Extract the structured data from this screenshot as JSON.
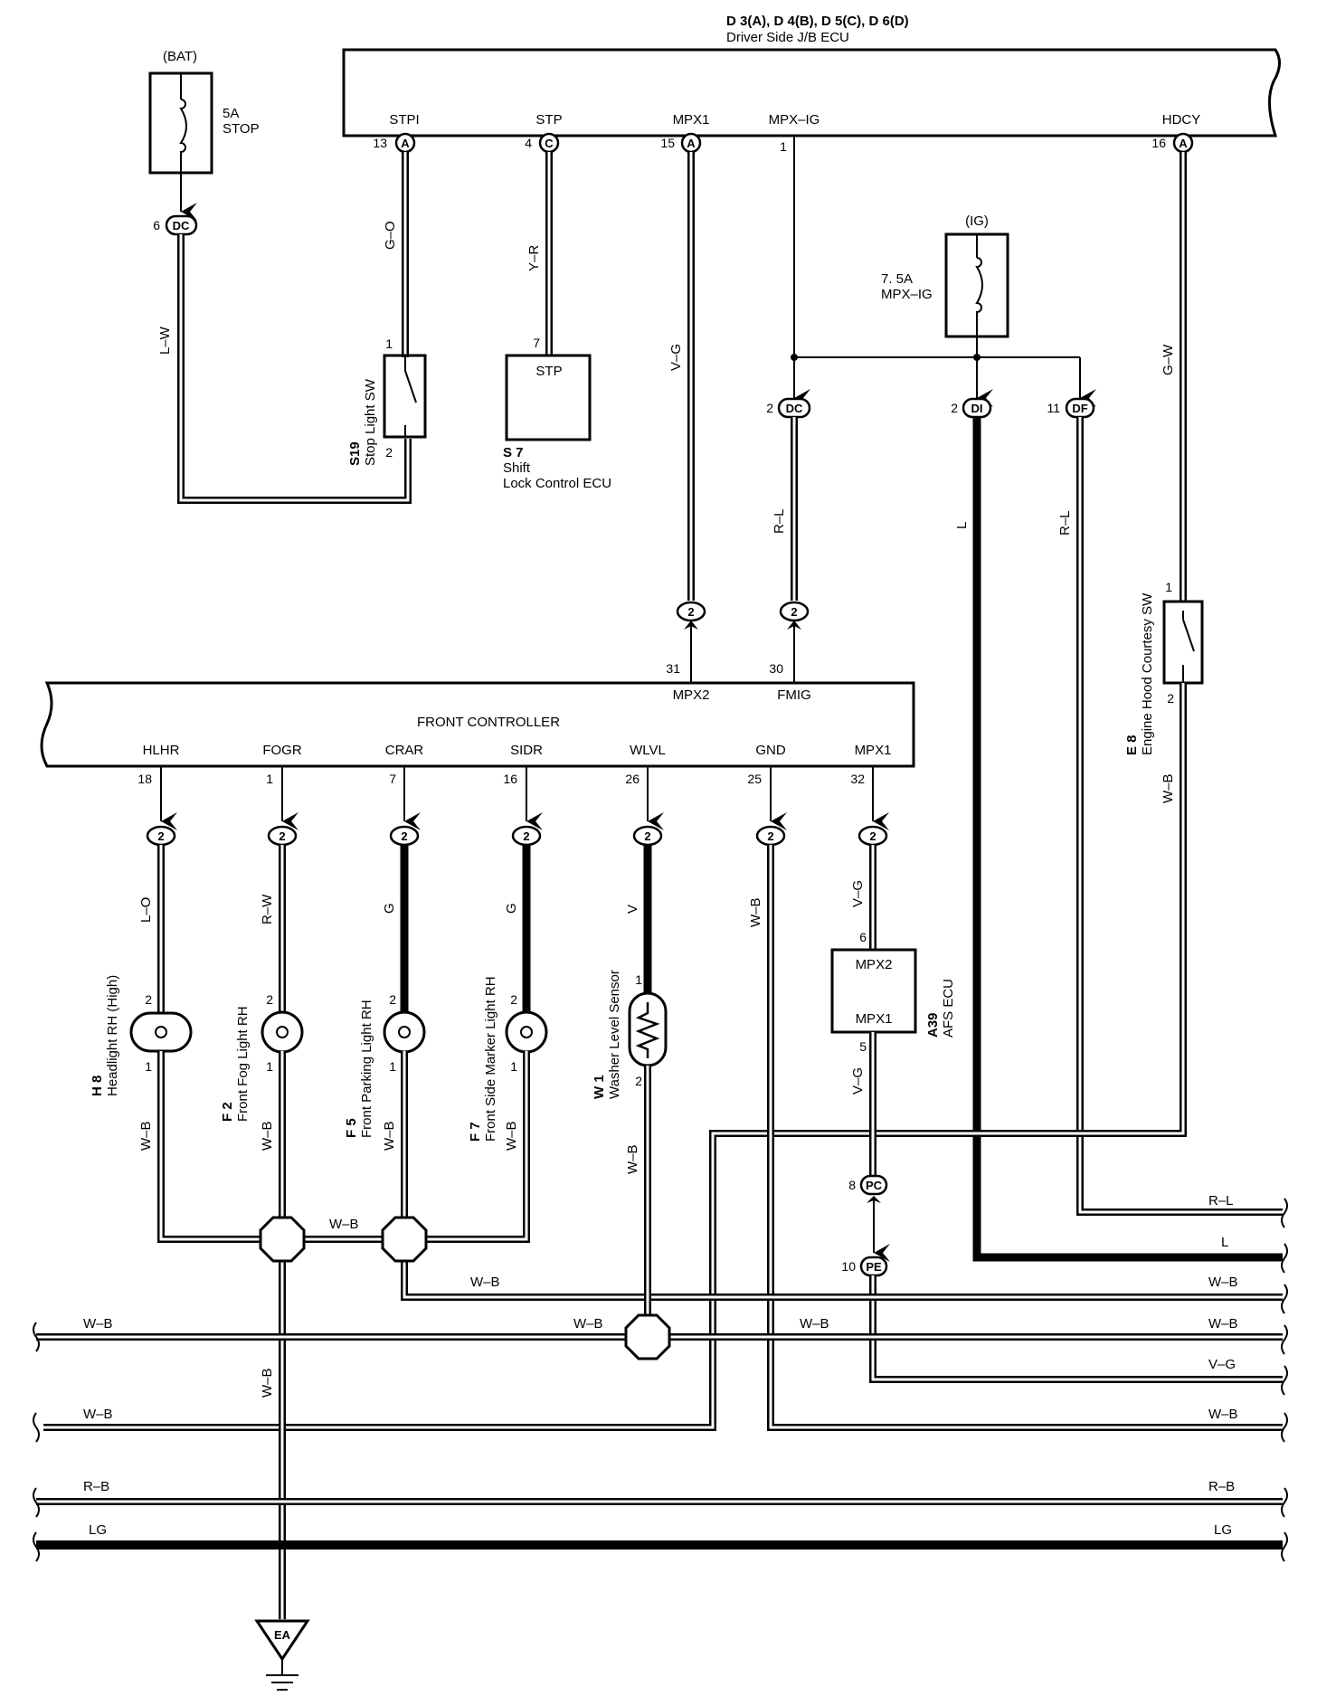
{
  "header": {
    "ecu_code": "D 3(A), D 4(B), D 5(C), D 6(D)",
    "ecu_name": "Driver Side J/B ECU",
    "ecu_pins": [
      "STPI",
      "STP",
      "MPX1",
      "MPX–IG",
      "HDCY"
    ]
  },
  "fuses": {
    "bat_source": "(BAT)",
    "stop_rating": "5A",
    "stop_name": "STOP",
    "ig_source": "(IG)",
    "mpxig_rating": "7. 5A",
    "mpxig_name": "MPX–IG"
  },
  "front_controller": {
    "name": "FRONT CONTROLLER",
    "top_pins": [
      "MPX2",
      "FMIG"
    ],
    "bottom_pins": [
      "HLHR",
      "FOGR",
      "CRAR",
      "SIDR",
      "WLVL",
      "GND",
      "MPX1"
    ]
  },
  "components": {
    "s19_code": "S19",
    "s19_name": "Stop Light SW",
    "s7_code": "S 7",
    "s7_name1": "Shift",
    "s7_name2": "Lock Control ECU",
    "s7_pin": "STP",
    "e8_code": "E 8",
    "e8_name": "Engine Hood Courtesy SW",
    "h8_code": "H 8",
    "h8_name": "Headlight RH (High)",
    "f2_code": "F 2",
    "f2_name": "Front Fog Light RH",
    "f5_code": "F 5",
    "f5_name": "Front Parking Light RH",
    "f7_code": "F 7",
    "f7_name": "Front Side Marker Light RH",
    "w1_code": "W 1",
    "w1_name": "Washer Level Sensor",
    "a39_code": "A39",
    "a39_name": "AFS ECU",
    "a39_pin_top": "MPX2",
    "a39_pin_bottom": "MPX1"
  },
  "connectors": {
    "A": "A",
    "C": "C",
    "DC": "DC",
    "DI": "DI",
    "DF": "DF",
    "two": "2",
    "PC": "PC",
    "PE": "PE",
    "EA": "EA"
  },
  "pins": {
    "p1": "1",
    "p2": "2",
    "p4": "4",
    "p5": "5",
    "p6": "6",
    "p7": "7",
    "p8": "8",
    "p10": "10",
    "p11": "11",
    "p13": "13",
    "p15": "15",
    "p16": "16",
    "p18": "18",
    "p25": "25",
    "p26": "26",
    "p30": "30",
    "p31": "31",
    "p32": "32"
  },
  "wires": {
    "LW": "L–W",
    "GO": "G–O",
    "YR": "Y–R",
    "VG": "V–G",
    "RL": "R–L",
    "L": "L",
    "GW": "G–W",
    "WB": "W–B",
    "LO": "L–O",
    "RW": "R–W",
    "G": "G",
    "V": "V",
    "RB": "R–B",
    "LG": "LG"
  },
  "colors": {
    "line": "#000000",
    "background": "#ffffff"
  }
}
